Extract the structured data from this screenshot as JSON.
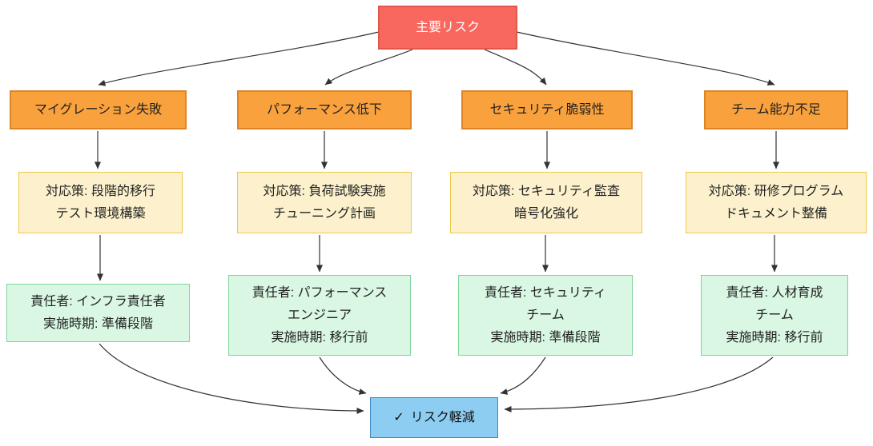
{
  "nodes": {
    "root": {
      "label": "主要リスク"
    },
    "risks": [
      {
        "label": "マイグレーション失敗"
      },
      {
        "label": "パフォーマンス低下"
      },
      {
        "label": "セキュリティ脆弱性"
      },
      {
        "label": "チーム能力不足"
      }
    ],
    "mitigations": [
      {
        "lines": [
          "対応策: 段階的移行",
          "テスト環境構築"
        ]
      },
      {
        "lines": [
          "対応策: 負荷試験実施",
          "チューニング計画"
        ]
      },
      {
        "lines": [
          "対応策: セキュリティ監査",
          "暗号化強化"
        ]
      },
      {
        "lines": [
          "対応策: 研修プログラム",
          "ドキュメント整備"
        ]
      }
    ],
    "owners": [
      {
        "lines": [
          "責任者: インフラ責任者",
          "実施時期: 準備段階"
        ]
      },
      {
        "lines": [
          "責任者: パフォーマンス",
          "エンジニア",
          "実施時期: 移行前"
        ]
      },
      {
        "lines": [
          "責任者: セキュリティ",
          "チーム",
          "実施時期: 準備段階"
        ]
      },
      {
        "lines": [
          "責任者: 人材育成",
          "チーム",
          "実施時期: 移行前"
        ]
      }
    ],
    "result": {
      "icon": "✓",
      "label": "リスク軽減"
    }
  },
  "colors": {
    "root_fill": "#f9685f",
    "root_border": "#e55648",
    "root_text": "#ffffff",
    "risk_fill": "#f9a13d",
    "risk_border": "#dd8521",
    "mitigation_fill": "#fcf1cc",
    "mitigation_border": "#eec84c",
    "owner_fill": "#d9f7e2",
    "owner_border": "#7fd49c",
    "result_fill": "#8ecdf2",
    "result_border": "#3f86c6",
    "edge": "#333333"
  },
  "edges": [
    {
      "from": "root",
      "to": "risk1"
    },
    {
      "from": "root",
      "to": "risk2"
    },
    {
      "from": "root",
      "to": "risk3"
    },
    {
      "from": "root",
      "to": "risk4"
    },
    {
      "from": "risk1",
      "to": "mitigation1"
    },
    {
      "from": "risk2",
      "to": "mitigation2"
    },
    {
      "from": "risk3",
      "to": "mitigation3"
    },
    {
      "from": "risk4",
      "to": "mitigation4"
    },
    {
      "from": "mitigation1",
      "to": "owner1"
    },
    {
      "from": "mitigation2",
      "to": "owner2"
    },
    {
      "from": "mitigation3",
      "to": "owner3"
    },
    {
      "from": "mitigation4",
      "to": "owner4"
    },
    {
      "from": "owner1",
      "to": "result"
    },
    {
      "from": "owner2",
      "to": "result"
    },
    {
      "from": "owner3",
      "to": "result"
    },
    {
      "from": "owner4",
      "to": "result"
    }
  ]
}
